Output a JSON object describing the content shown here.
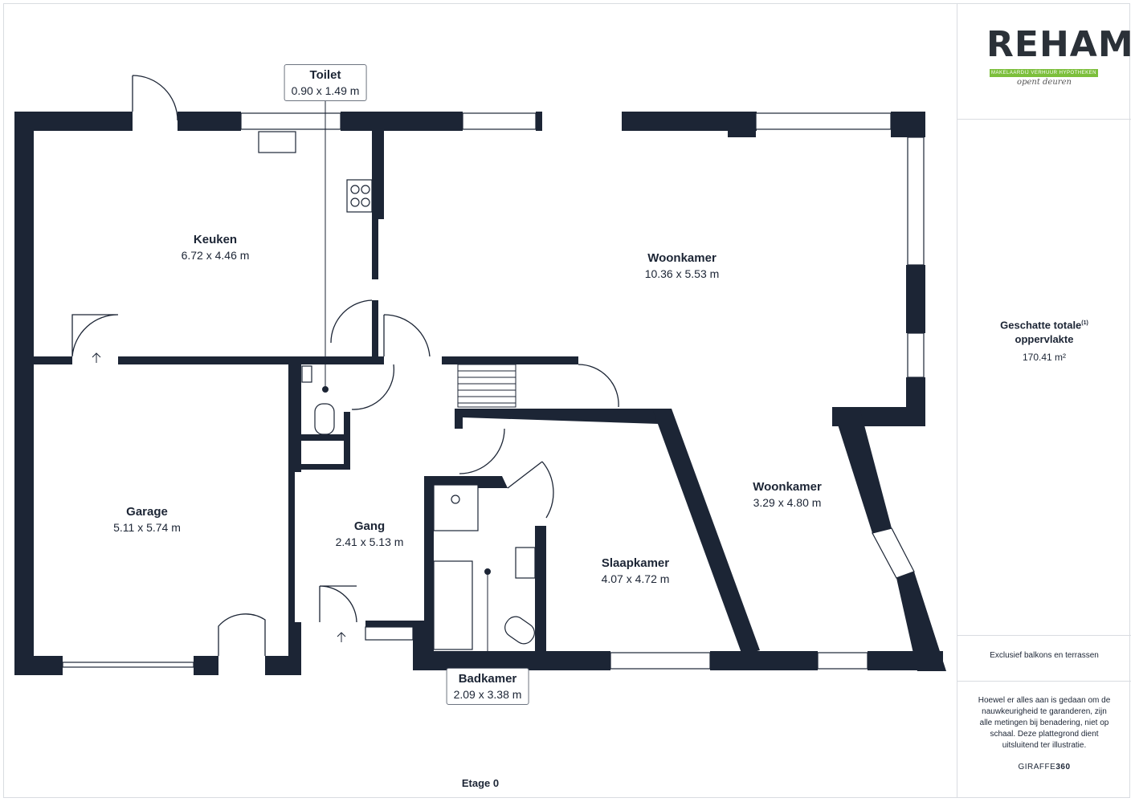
{
  "floor_label": "Etage 0",
  "rooms": {
    "toilet": {
      "name": "Toilet",
      "dims": "0.90 x 1.49 m"
    },
    "keuken": {
      "name": "Keuken",
      "dims": "6.72 x 4.46 m"
    },
    "woonkamer1": {
      "name": "Woonkamer",
      "dims": "10.36 x 5.53 m"
    },
    "woonkamer2": {
      "name": "Woonkamer",
      "dims": "3.29 x 4.80 m"
    },
    "garage": {
      "name": "Garage",
      "dims": "5.11 x 5.74 m"
    },
    "gang": {
      "name": "Gang",
      "dims": "2.41 x 5.13 m"
    },
    "slaapkamer": {
      "name": "Slaapkamer",
      "dims": "4.07 x 4.72 m"
    },
    "badkamer": {
      "name": "Badkamer",
      "dims": "2.09 x 3.38 m"
    }
  },
  "sidebar": {
    "logo_word": "REHAM",
    "logo_bar": "MAKELAARDIJ VERHUUR HYPOTHEKEN",
    "logo_tagline": "opent deuren",
    "area_label_1": "Geschatte totale",
    "area_label_sup": "(1)",
    "area_label_2": "oppervlakte",
    "area_value": "170.41 m²",
    "exclusion_note": "Exclusief balkons en terrassen",
    "disclaimer": "Hoewel er alles aan is gedaan om de nauwkeurigheid te garanderen, zijn alle metingen bij benadering, niet op schaal. Deze plattegrond dient uitsluitend ter illustratie.",
    "brand_prefix": "GIRAFFE",
    "brand_suffix": "360"
  },
  "colors": {
    "wall": "#1c2535",
    "accent": "#7cbf3c",
    "window": "#ffffff"
  }
}
